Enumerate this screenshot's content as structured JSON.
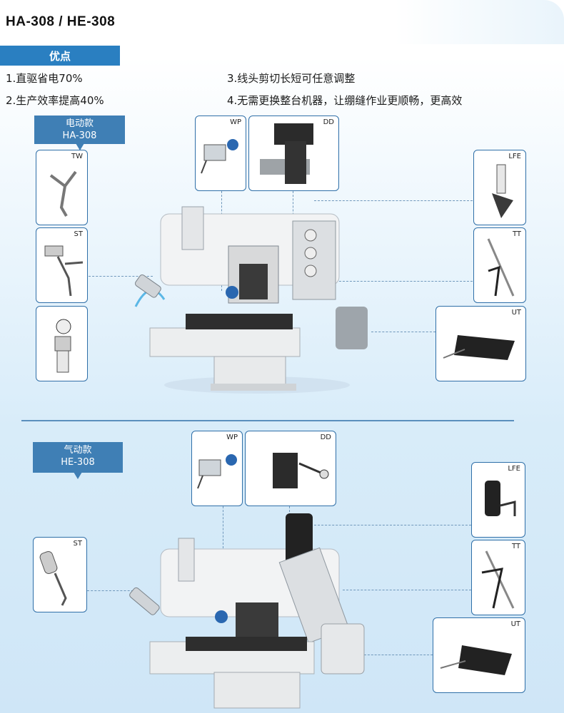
{
  "title": "HA-308 / HE-308",
  "advantages": {
    "header": "优点",
    "points": [
      "1.直驱省电70%",
      "2.生产效率提高40%",
      "3.线头剪切长短可任意调整",
      "4.无需更换整台机器，让绷缝作业更顺畅，更高效"
    ]
  },
  "model_a": {
    "callout_line1": "电动款",
    "callout_line2": "HA-308",
    "parts": [
      "WP",
      "DD",
      "TW",
      "ST",
      "LFE",
      "TT",
      "UT"
    ]
  },
  "model_b": {
    "callout_line1": "气动款",
    "callout_line2": "HE-308",
    "parts": [
      "WP",
      "DD",
      "ST",
      "LFE",
      "TT",
      "UT"
    ]
  },
  "colors": {
    "accent": "#2a7fc1",
    "callout": "#3f7fb5",
    "border": "#2f6fa8"
  }
}
